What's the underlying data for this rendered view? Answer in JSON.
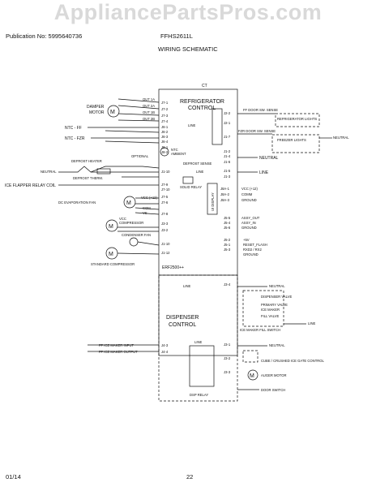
{
  "watermark": "AppliancePartsPros.com",
  "header": {
    "publication": "Publication No: 5995640736",
    "model": "FFHS2611L",
    "title": "WIRING SCHEMATIC"
  },
  "footer": {
    "date": "01/14",
    "page": "22"
  },
  "diagram": {
    "fridge_control_title": [
      "REFRIGERATOR",
      "CONTROL"
    ],
    "dispenser_control_title": [
      "DISPENSER",
      "CONTROL"
    ],
    "board_name": "ERF2500++",
    "ct": "CT",
    "left_pins": [
      {
        "pin": "J7-1",
        "sig": "OUT 1A"
      },
      {
        "pin": "J7-2",
        "sig": "OUT 2A"
      },
      {
        "pin": "J7-3",
        "sig": "OUT 1B"
      },
      {
        "pin": "J7-4",
        "sig": "OUT 2B"
      },
      {
        "pin": "J6-1",
        "sig": ""
      },
      {
        "pin": "J6-2",
        "sig": ""
      },
      {
        "pin": "J6-3",
        "sig": ""
      },
      {
        "pin": "J6-4",
        "sig": ""
      },
      {
        "pin": "J8-1",
        "sig": ""
      },
      {
        "pin": "J8-2",
        "sig": ""
      }
    ],
    "left_pins2": [
      "J1-10",
      "J7-9",
      "J7-10",
      "J7-5",
      "J7-6",
      "J7-8",
      "J3-3",
      "J3-2",
      "J1-10",
      "J1-12"
    ],
    "right_pins": [
      "J2-2",
      "J2-1",
      "J1-7",
      "J1-2",
      "J1-4",
      "J1-6",
      "J1-5",
      "J1-3"
    ],
    "right_pins2": [
      "J8A-1",
      "J8A-2",
      "J8A-3"
    ],
    "right_pins3": [
      "J5-5",
      "J5-4",
      "J5-6",
      "J5-2",
      "J5-1",
      "J5-3"
    ],
    "dispenser_pins": [
      "J3-4",
      "J4-3",
      "J4-4",
      "J3-1",
      "J3-2",
      "J3-3"
    ],
    "labels": {
      "damper_motor": [
        "DAMPER",
        "MOTOR"
      ],
      "ntc_ff": "NTC - FF",
      "ntc_fzr": "NTC - FZR",
      "ntc_ambient": [
        "NTC",
        "AMBIENT"
      ],
      "defrost_heater": "DEFROST HEATER",
      "optional": "OPTIONAL",
      "defrost_sense": "DEFROST SENSE",
      "defrost_therm": "DEFROST THERM.",
      "neutral": "NEUTRAL",
      "line": "LINE",
      "solid_relay": "SOLID RELAY",
      "ice_flapper": "ICE FLAPPER RELAY COIL",
      "dc_evap_fan": "DC EVAPORATION FAN",
      "vcc12": "VCC (+12)",
      "com": "COM",
      "vs": "VS",
      "vcc_compressor": [
        "VCC",
        "COMPRESSOR"
      ],
      "condenser_fan": "CONDENSER FAN",
      "standard_compressor": "STANDARD COMPRESSOR",
      "ff_door_sw_sense": "FF DOOR SW. SENSE",
      "fzr_door_sw_sense": "FZR DOOR SW. SENSE",
      "refrigerator_lights": "REFRIGERATOR LIGHTS",
      "freezer_lights": "FREEZER LIGHTS",
      "neutral_right": "NEUTRAL",
      "line_right": "LINE",
      "ui_display": "UI DISPLAY",
      "vcc_comm_ground": [
        "VCC (+12)",
        "COMM",
        "GROUND"
      ],
      "assy_out": [
        "ASSY_OUT",
        "ASSY_IN",
        "GROUND"
      ],
      "reset": [
        "+5V",
        "RESET_FLASH",
        "RXD2 / RX2",
        "GROUND"
      ],
      "neutral_d": "NEUTRAL",
      "dispenser_valve": "DISPENSER VALVE",
      "primary_valve": "PRIMARY VALVE",
      "ice_maker": "ICE MAKER",
      "fill_valve": "FILL VALVE",
      "line_d": "LINE",
      "ice_maker_fill_switch": "ICE MAKER FILL SWITCH",
      "ff_ice_maker_input": "FF ICE MAKER INPUT",
      "ff_ice_maker_output": "FF ICE MAKER OUTPUT",
      "neutral_d2": "NEUTRAL",
      "cube_crushed": "CUBE / CRUSHED ICE GATE CONTROL",
      "auger_motor": "AUGER MOTOR",
      "door_switch": "DOOR SWITCH",
      "dsp_relay": "DSP RELAY",
      "line_dl": "LINE"
    }
  }
}
